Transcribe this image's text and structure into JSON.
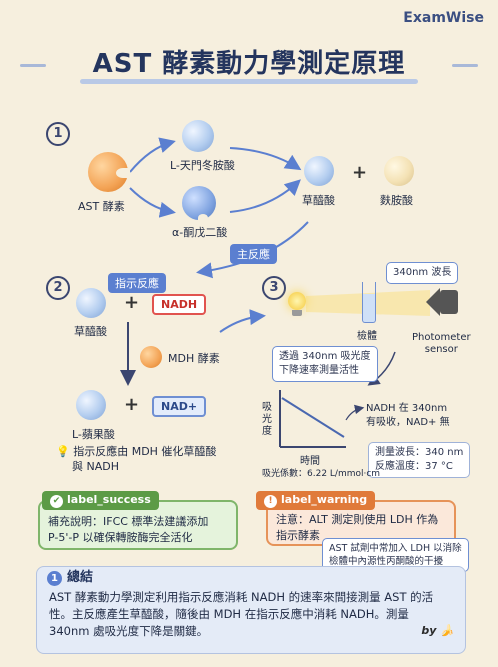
{
  "brand": "ExamWise",
  "title": "AST 酵素動力學測定原理",
  "step1": {
    "num": "1",
    "enzyme": "AST 酵素",
    "sub1": "L-天門冬胺酸",
    "sub2": "α-酮戊二酸",
    "prod1": "草醯酸",
    "prod2": "麩胺酸",
    "plus": "+",
    "main_label": "主反應"
  },
  "step2": {
    "num": "2",
    "tag": "指示反應",
    "substrate": "草醯酸",
    "nadh": "NADH",
    "enzyme": "MDH 酵素",
    "product": "L-蘋果酸",
    "nadplus": "NAD+",
    "plus": "+",
    "note_line1": "指示反應由 MDH 催化草醯酸",
    "note_line2": "與 NADH"
  },
  "step3": {
    "num": "3",
    "wavelength": "340nm 波長",
    "sample": "檢體",
    "sensor_line1": "Photometer",
    "sensor_line2": "sensor",
    "desc_line1": "透過 340nm 吸光度",
    "desc_line2": "下降速率測量活性",
    "y_label": "吸光度",
    "x_label": "時間",
    "nadh_note_line1": "NADH 在 340nm",
    "nadh_note_line2": "有吸收，NAD+ 無",
    "measure_line1": "測量波長：340 nm",
    "measure_line2": "反應溫度：37 °C",
    "coef": "吸光係數：6.22 L/mmol·cm"
  },
  "success": {
    "tag": "label_success",
    "line1": "補充說明：IFCC 標準法建議添加",
    "line2": "P-5'-P 以確保轉胺酶完全活化"
  },
  "warning": {
    "tag": "label_warning",
    "line1": "注意：ALT 測定則使用 LDH 作為",
    "line2": "指示酵素",
    "sub_line1": "AST 試劑中常加入 LDH 以消除",
    "sub_line2": "檢體中內源性丙酮酸的干擾"
  },
  "summary": {
    "num": "1",
    "heading": "總結",
    "line1": "AST 酵素動力學測定利用指示反應消耗 NADH 的速率來間接測量 AST 的活",
    "line2": "性。主反應產生草醯酸，隨後由 MDH 在指示反應中消耗 NADH。測量",
    "line3": "340nm 處吸光度下降是關鍵。"
  },
  "byline": "by",
  "colors": {
    "accent": "#5b7fd0",
    "nadh_red": "#e1534f",
    "success": "#7fb56a",
    "warning": "#e69359",
    "background": "#f6efde"
  },
  "icons": [
    "bulb-icon",
    "check-icon",
    "warning-icon",
    "photometer-icon",
    "cuvette-icon",
    "banana-icon"
  ]
}
